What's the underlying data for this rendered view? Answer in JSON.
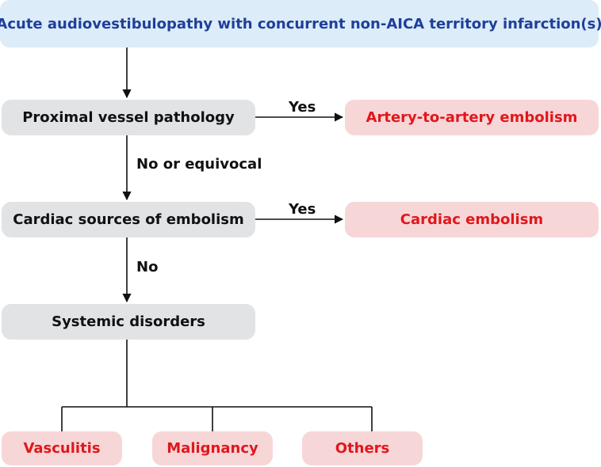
{
  "nodes": {
    "top": "Acute audiovestibulopathy with concurrent non-AICA territory infarction(s)",
    "proximal": "Proximal vessel pathology",
    "artery": "Artery-to-artery embolism",
    "cardiac_sources": "Cardiac sources of embolism",
    "cardiac_embolism": "Cardiac embolism",
    "systemic": "Systemic disorders",
    "vasculitis": "Vasculitis",
    "malignancy": "Malignancy",
    "others": "Others"
  },
  "edges": {
    "yes_1": "Yes",
    "yes_2": "Yes",
    "no_or_equivocal": "No or equivocal",
    "no": "No"
  },
  "colors": {
    "top_fill": "#dcecf8",
    "top_text": "#1f3f9a",
    "decision_fill": "#e2e3e5",
    "outcome_fill": "#f7d6d8",
    "outcome_text": "#e0171c",
    "line": "#111111"
  }
}
